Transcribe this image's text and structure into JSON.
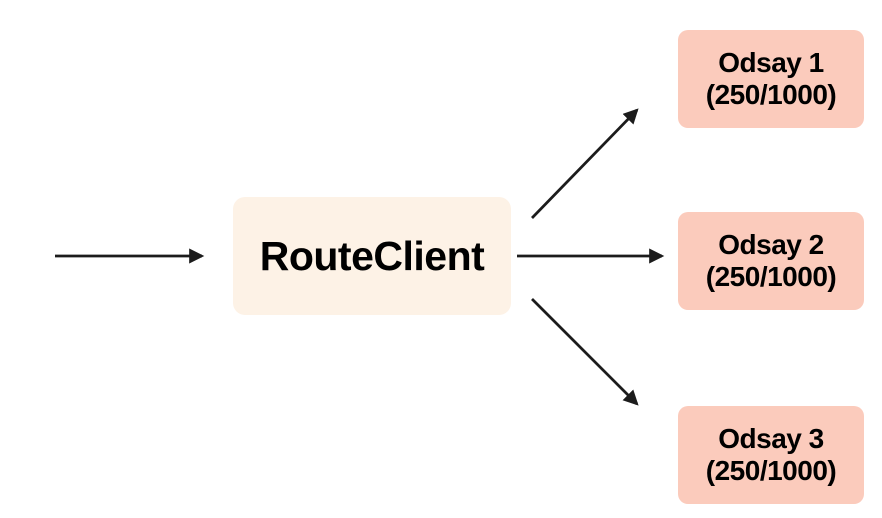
{
  "diagram": {
    "client_node": {
      "label": "RouteClient"
    },
    "targets": [
      {
        "label": "Odsay 1",
        "capacity": "(250/1000)"
      },
      {
        "label": "Odsay 2",
        "capacity": "(250/1000)"
      },
      {
        "label": "Odsay 3",
        "capacity": "(250/1000)"
      }
    ],
    "connections": [
      {
        "from": "external-input",
        "to": "RouteClient"
      },
      {
        "from": "RouteClient",
        "to": "Odsay 1"
      },
      {
        "from": "RouteClient",
        "to": "Odsay 2"
      },
      {
        "from": "RouteClient",
        "to": "Odsay 3"
      }
    ],
    "colors": {
      "client_box_bg": "#FDF2E6",
      "target_box_bg": "#FBCBBC",
      "arrow": "#1C1C1C",
      "text": "#000000",
      "background": "#FFFFFF"
    }
  }
}
